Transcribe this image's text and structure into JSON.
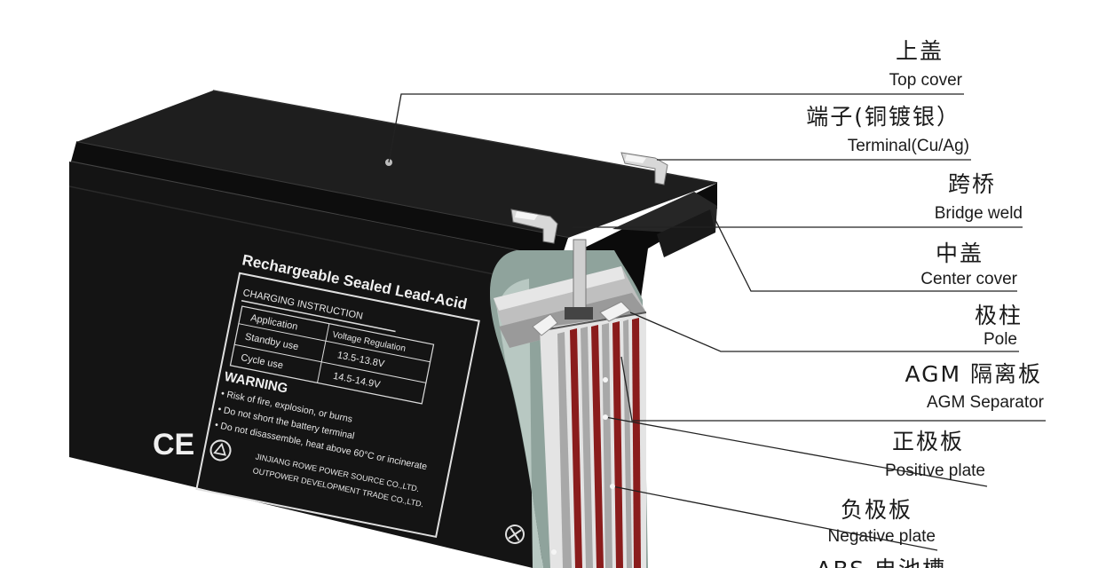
{
  "callouts": [
    {
      "zh": "上盖",
      "en": "Top cover"
    },
    {
      "zh": "端子(铜镀银）",
      "en": "Terminal(Cu/Ag)"
    },
    {
      "zh": "跨桥",
      "en": "Bridge weld"
    },
    {
      "zh": "中盖",
      "en": "Center cover"
    },
    {
      "zh": "极柱",
      "en": "Pole"
    },
    {
      "zh": "AGM 隔离板",
      "en": "AGM Separator"
    },
    {
      "zh": "正极板",
      "en": "Positive plate"
    },
    {
      "zh": "负极板",
      "en": "Negative plate"
    },
    {
      "zh": "ABS 电池槽",
      "en": ""
    }
  ],
  "battery_label": {
    "title": "Rechargeable Sealed Lead-Acid",
    "instruction_header": "CHARGING INSTRUCTION",
    "col_application": "Application",
    "col_voltage": "Voltage Regulation",
    "row_standby": "Standby use",
    "row_cycle": "Cycle use",
    "val_standby": "13.5-13.8V",
    "val_cycle": "14.5-14.9V",
    "warning": "WARNING",
    "warn_1": "• Risk of fire, explosion, or burns",
    "warn_2": "• Do not short the battery terminal",
    "warn_3": "• Do not disassemble, heat above 60°C or incinerate",
    "maker_1": "JINJIANG ROWE POWER SOURCE CO.,LTD.",
    "maker_2": "OUTPOWER DEVELOPMENT TRADE CO.,LTD.",
    "ce_mark": "CE"
  },
  "colors": {
    "case": "#141414",
    "case_top": "#1e1e1e",
    "acid_panel": "#8fa39c",
    "positive_plate": "#8a1c1c",
    "terminal_red": "#c8102e",
    "leader_line": "#222222"
  }
}
